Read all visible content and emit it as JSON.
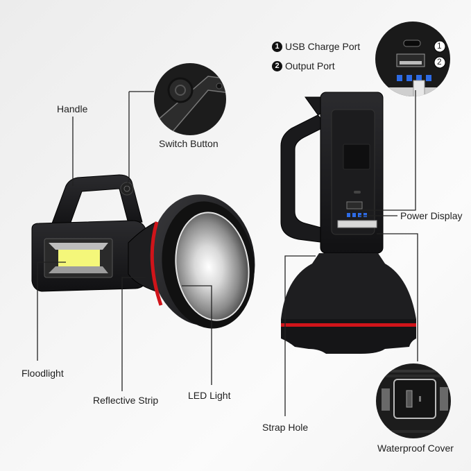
{
  "legend": [
    {
      "number": "1",
      "label": "USB Charge Port"
    },
    {
      "number": "2",
      "label": "Output Port"
    }
  ],
  "callouts": {
    "handle": "Handle",
    "switch_button": "Switch Button",
    "floodlight": "Floodlight",
    "reflective_strip": "Reflective Strip",
    "led_light": "LED Light",
    "power_display": "Power Display",
    "strap_hole": "Strap Hole",
    "waterproof_cover": "Waterproof Cover"
  },
  "zoom_port_numbers": [
    "1",
    "2"
  ],
  "colors": {
    "body": "#1b1b1d",
    "accent_red": "#d0141a",
    "cob_yellow": "#f4f77a",
    "indicator_blue": "#2d6be6",
    "background": "#f3f3f3"
  }
}
